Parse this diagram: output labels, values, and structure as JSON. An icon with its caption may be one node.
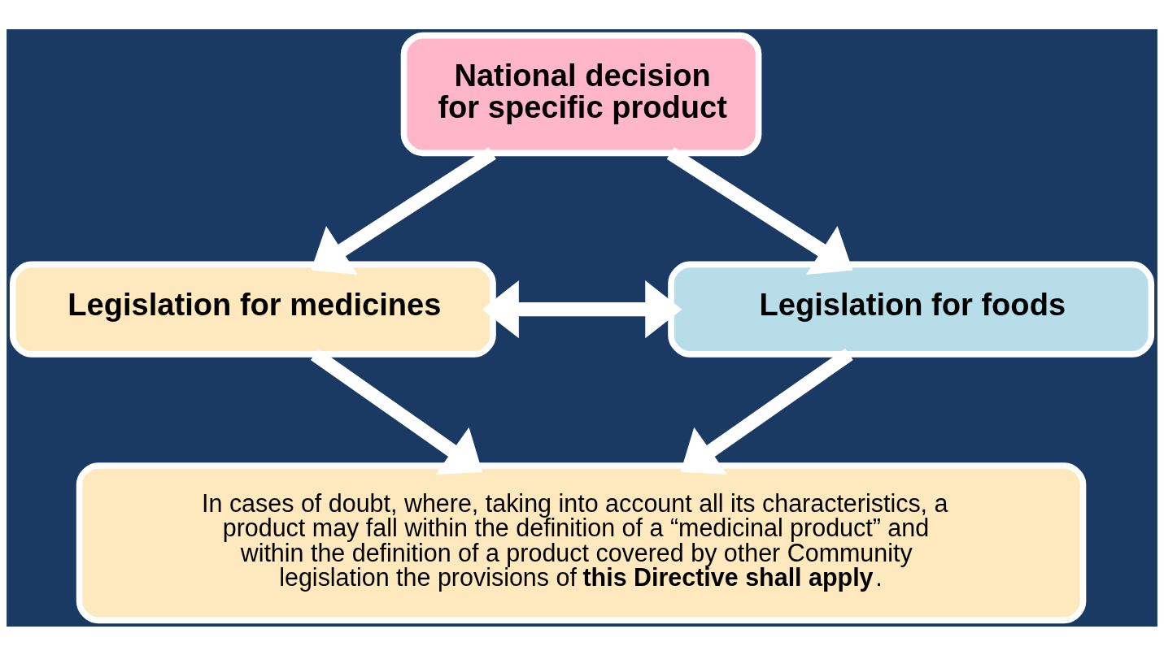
{
  "diagram": {
    "nodes": [
      {
        "text": [
          "National decision for specific product"
        ]
      },
      {
        "text": [
          "Legislation for medicines"
        ]
      },
      {
        "text": [
          "Legislation for foods"
        ]
      },
      {
        "text": [
          "In cases of doubt, where, taking into account all its characteristics, a product may fall within the definition of a “medicinal product” and within the definition of a product covered by other Community legislation the provisions of **this Directive shall apply**."
        ]
      }
    ],
    "edges": [
      {
        "from": 0,
        "to": 1,
        "arrow": "to"
      },
      {
        "from": 0,
        "to": 2,
        "arrow": "to"
      },
      {
        "from": 1,
        "to": 2,
        "arrow": "both"
      },
      {
        "from": 1,
        "to": 3,
        "arrow": "to"
      },
      {
        "from": 2,
        "to": 3,
        "arrow": "to"
      }
    ]
  }
}
